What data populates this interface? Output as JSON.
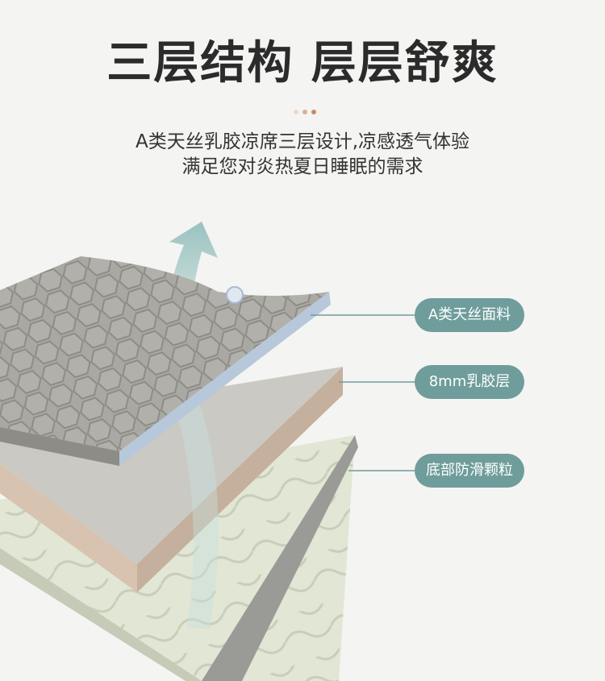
{
  "header": {
    "title": "三层结构 层层舒爽",
    "subtitle_line1": "A类天丝乳胶凉席三层设计,凉感透气体验",
    "subtitle_line2": "满足您对炎热夏日睡眠的需求"
  },
  "layers": [
    {
      "label": "A类天丝面料"
    },
    {
      "label": "8mm乳胶层"
    },
    {
      "label": "底部防滑颗粒"
    }
  ],
  "colors": {
    "accent": "#6e9d9b",
    "top_fabric": "#a9a8a2",
    "latex": "#cbbfb3",
    "bottom": "#dfe3d2"
  }
}
